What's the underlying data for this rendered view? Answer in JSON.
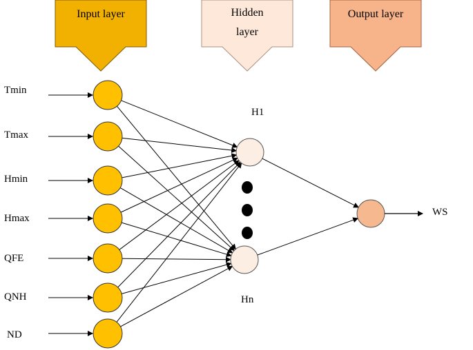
{
  "headers": {
    "input": "Input layer",
    "hidden_line1": "Hidden",
    "hidden_line2": "layer",
    "output": "Output layer"
  },
  "inputs": [
    "Tmin",
    "Tmax",
    "Hmin",
    "Hmax",
    "QFE",
    "QNH",
    "ND"
  ],
  "hidden": {
    "first": "H1",
    "last": "Hn"
  },
  "output": "WS",
  "colors": {
    "input_header": "#f2b100",
    "input_node": "#ffc000",
    "hidden_header": "#fde8da",
    "hidden_node": "#fdeee4",
    "output_header": "#f7b48a",
    "output_node": "#f6b88f",
    "ellipsis_dots": "#000000",
    "lines": "#000000"
  }
}
